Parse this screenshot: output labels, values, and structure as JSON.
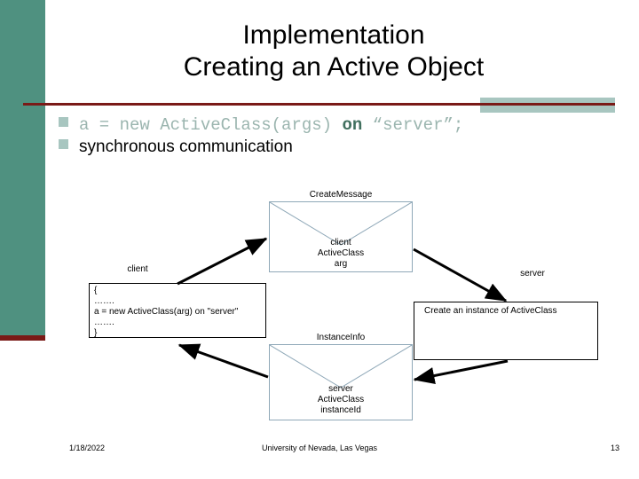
{
  "slide": {
    "title_line1": "Implementation",
    "title_line2": "Creating an Active Object",
    "accent_color": "#4F9180",
    "rule_color": "#7A1A17",
    "accent_light": "#A8C6C0"
  },
  "bullets": [
    {
      "marker": "square-bullet",
      "kind": "code",
      "parts": [
        {
          "text": "a = new ActiveClass(args) ",
          "emphasis": false
        },
        {
          "text": "on",
          "emphasis": true
        },
        {
          "text": " “server”;",
          "emphasis": false
        }
      ],
      "plain": "a = new ActiveClass(args) on “server”;"
    },
    {
      "marker": "square-bullet",
      "kind": "text",
      "plain": "synchronous communication"
    }
  ],
  "diagram": {
    "labels": {
      "client": "client",
      "server": "server",
      "create_message": "CreateMessage",
      "instance_info": "InstanceInfo"
    },
    "client_code": "{\n…….\na = new ActiveClass(arg) on \"server\"\n…….\n}",
    "server_box_text": "Create an instance of ActiveClass",
    "message_envelope": {
      "title": "CreateMessage",
      "line1": "client",
      "line2": "ActiveClass",
      "line3": "arg"
    },
    "reply_envelope": {
      "title": "InstanceInfo",
      "line1": "server",
      "line2": "ActiveClass",
      "line3": "instanceId"
    },
    "envelope_border_color": "#8FA8B8"
  },
  "footer": {
    "date": "1/18/2022",
    "center": "University of Nevada, Las Vegas",
    "page": "13"
  }
}
